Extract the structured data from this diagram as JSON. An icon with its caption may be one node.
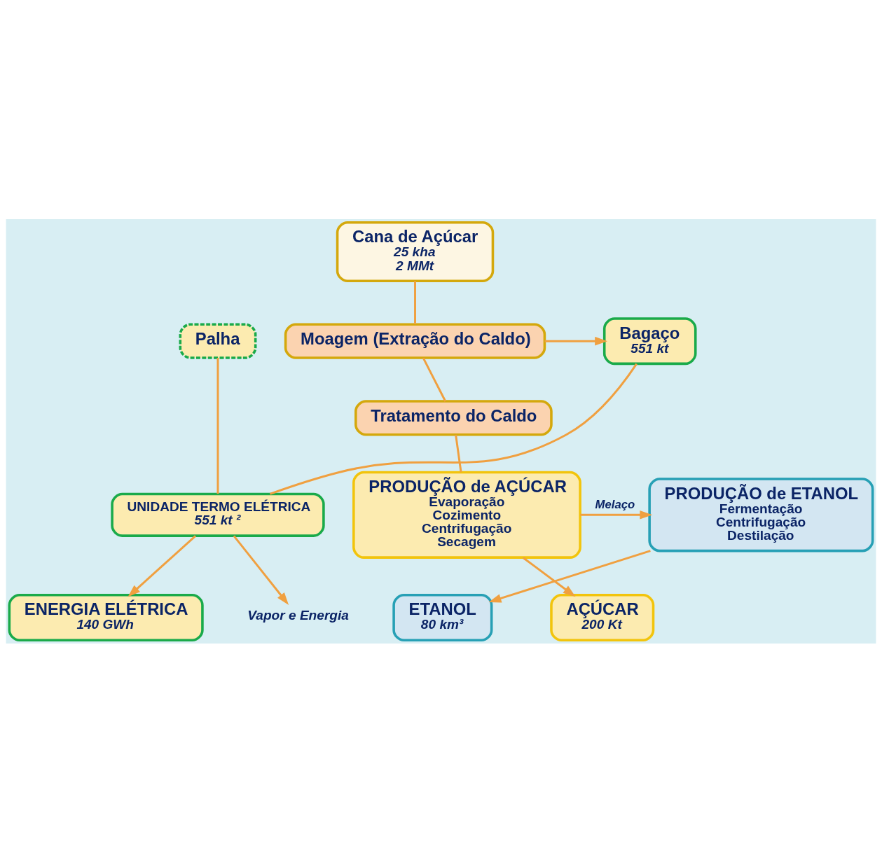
{
  "diagram": {
    "nodes": [
      {
        "text": [
          "Cana de Açúcar",
          "25 kha",
          "2 MMt"
        ]
      },
      {
        "text": [
          "Moagem (Extração do Caldo)"
        ]
      },
      {
        "text": [
          "Palha"
        ]
      },
      {
        "text": [
          "Bagaço",
          "551 kt"
        ]
      },
      {
        "text": [
          "Tratamento do Caldo"
        ]
      },
      {
        "text": [
          "UNIDADE TERMO ELÉTRICA",
          "551 kt ²"
        ]
      },
      {
        "text": [
          "Vapor e Energia"
        ]
      },
      {
        "text": [
          "PRODUÇÃO de ETANOL",
          "Fermentação",
          "Centrifugação",
          "Destilação"
        ]
      },
      {
        "text": [
          "PRODUÇÃO de AÇÚCAR",
          "Evaporação",
          "Cozimento",
          "Centrifugação",
          "Secagem"
        ]
      },
      {
        "text": [
          "ENERGIA ELÉTRICA",
          "140 GWh"
        ]
      },
      {
        "text": [
          "ETANOL",
          "80 km³"
        ]
      },
      {
        "text": [
          "AÇÚCAR",
          "200 Kt"
        ]
      }
    ],
    "edges": [
      {
        "from": 0,
        "to": 1,
        "arrow": "none"
      },
      {
        "from": 1,
        "to": 3,
        "arrow": "to"
      },
      {
        "from": 1,
        "to": 4,
        "arrow": "none"
      },
      {
        "from": 2,
        "to": 5,
        "arrow": "none"
      },
      {
        "from": 3,
        "to": 5,
        "arrow": "none"
      },
      {
        "from": 5,
        "to": 6,
        "arrow": "to"
      },
      {
        "from": 4,
        "to": 8,
        "arrow": "none"
      },
      {
        "from": 8,
        "to": 7,
        "arrow": "to",
        "label": "Melaço"
      },
      {
        "from": 8,
        "to": 11,
        "arrow": "to"
      },
      {
        "from": 7,
        "to": 10,
        "arrow": "to"
      },
      {
        "from": 5,
        "to": 9,
        "arrow": "to"
      }
    ]
  }
}
